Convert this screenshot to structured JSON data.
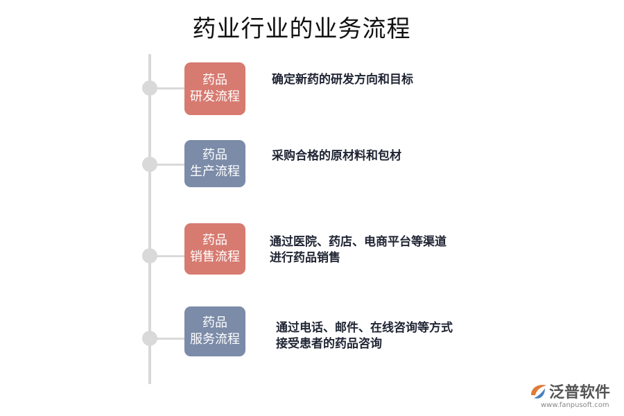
{
  "title": "药业行业的业务流程",
  "colors": {
    "red": "#d77a70",
    "blue": "#7b8ba8",
    "line": "#d9d9d9"
  },
  "steps": [
    {
      "line1": "药品",
      "line2": "研发流程",
      "color": "red",
      "desc": [
        "确定新药的研发方向和目标"
      ]
    },
    {
      "line1": "药品",
      "line2": "生产流程",
      "color": "blue",
      "desc": [
        "采购合格的原材料和包材"
      ]
    },
    {
      "line1": "药品",
      "line2": "销售流程",
      "color": "red",
      "desc": [
        "通过医院、药店、电商平台等渠道",
        "进行药品销售"
      ]
    },
    {
      "line1": "药品",
      "line2": "服务流程",
      "color": "blue",
      "desc": [
        "通过电话、邮件、在线咨询等方式",
        "接受患者的药品咨询"
      ]
    }
  ],
  "logo": {
    "name": "泛普软件",
    "url": "www.fanpusoft.com",
    "icon": "fanpu-logo-icon"
  }
}
